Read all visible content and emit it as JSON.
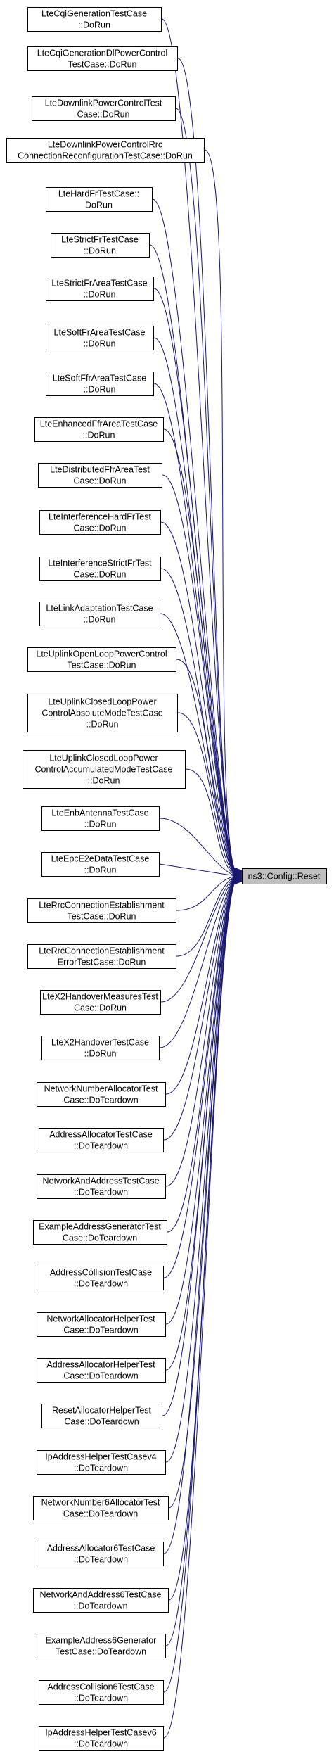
{
  "graph": {
    "edge_color": "#191970",
    "target": {
      "lines": [
        "ns3::Config::Reset"
      ],
      "fill": "#bfbfbf"
    },
    "callers": [
      {
        "lines": [
          "LteCqiGenerationTestCase",
          "::DoRun"
        ]
      },
      {
        "lines": [
          "LteCqiGenerationDlPowerControl",
          "TestCase::DoRun"
        ]
      },
      {
        "lines": [
          "LteDownlinkPowerControlTest",
          "Case::DoRun"
        ]
      },
      {
        "lines": [
          "LteDownlinkPowerControlRrc",
          "ConnectionReconfigurationTestCase::DoRun"
        ]
      },
      {
        "lines": [
          "LteHardFrTestCase::",
          "DoRun"
        ]
      },
      {
        "lines": [
          "LteStrictFrTestCase",
          "::DoRun"
        ]
      },
      {
        "lines": [
          "LteStrictFrAreaTestCase",
          "::DoRun"
        ]
      },
      {
        "lines": [
          "LteSoftFrAreaTestCase",
          "::DoRun"
        ]
      },
      {
        "lines": [
          "LteSoftFfrAreaTestCase",
          "::DoRun"
        ]
      },
      {
        "lines": [
          "LteEnhancedFfrAreaTestCase",
          "::DoRun"
        ]
      },
      {
        "lines": [
          "LteDistributedFfrAreaTest",
          "Case::DoRun"
        ]
      },
      {
        "lines": [
          "LteInterferenceHardFrTest",
          "Case::DoRun"
        ]
      },
      {
        "lines": [
          "LteInterferenceStrictFrTest",
          "Case::DoRun"
        ]
      },
      {
        "lines": [
          "LteLinkAdaptationTestCase",
          "::DoRun"
        ]
      },
      {
        "lines": [
          "LteUplinkOpenLoopPowerControl",
          "TestCase::DoRun"
        ]
      },
      {
        "lines": [
          "LteUplinkClosedLoopPower",
          "ControlAbsoluteModeTestCase",
          "::DoRun"
        ]
      },
      {
        "lines": [
          "LteUplinkClosedLoopPower",
          "ControlAccumulatedModeTestCase",
          "::DoRun"
        ]
      },
      {
        "lines": [
          "LteEnbAntennaTestCase",
          "::DoRun"
        ]
      },
      {
        "lines": [
          "LteEpcE2eDataTestCase",
          "::DoRun"
        ]
      },
      {
        "lines": [
          "LteRrcConnectionEstablishment",
          "TestCase::DoRun"
        ]
      },
      {
        "lines": [
          "LteRrcConnectionEstablishment",
          "ErrorTestCase::DoRun"
        ]
      },
      {
        "lines": [
          "LteX2HandoverMeasuresTest",
          "Case::DoRun"
        ]
      },
      {
        "lines": [
          "LteX2HandoverTestCase",
          "::DoRun"
        ]
      },
      {
        "lines": [
          "NetworkNumberAllocatorTest",
          "Case::DoTeardown"
        ]
      },
      {
        "lines": [
          "AddressAllocatorTestCase",
          "::DoTeardown"
        ]
      },
      {
        "lines": [
          "NetworkAndAddressTestCase",
          "::DoTeardown"
        ]
      },
      {
        "lines": [
          "ExampleAddressGeneratorTest",
          "Case::DoTeardown"
        ]
      },
      {
        "lines": [
          "AddressCollisionTestCase",
          "::DoTeardown"
        ]
      },
      {
        "lines": [
          "NetworkAllocatorHelperTest",
          "Case::DoTeardown"
        ]
      },
      {
        "lines": [
          "AddressAllocatorHelperTest",
          "Case::DoTeardown"
        ]
      },
      {
        "lines": [
          "ResetAllocatorHelperTest",
          "Case::DoTeardown"
        ]
      },
      {
        "lines": [
          "IpAddressHelperTestCasev4",
          "::DoTeardown"
        ]
      },
      {
        "lines": [
          "NetworkNumber6AllocatorTest",
          "Case::DoTeardown"
        ]
      },
      {
        "lines": [
          "AddressAllocator6TestCase",
          "::DoTeardown"
        ]
      },
      {
        "lines": [
          "NetworkAndAddress6TestCase",
          "::DoTeardown"
        ]
      },
      {
        "lines": [
          "ExampleAddress6Generator",
          "TestCase::DoTeardown"
        ]
      },
      {
        "lines": [
          "AddressCollision6TestCase",
          "::DoTeardown"
        ]
      },
      {
        "lines": [
          "IpAddressHelperTestCasev6",
          "::DoTeardown"
        ]
      }
    ]
  }
}
